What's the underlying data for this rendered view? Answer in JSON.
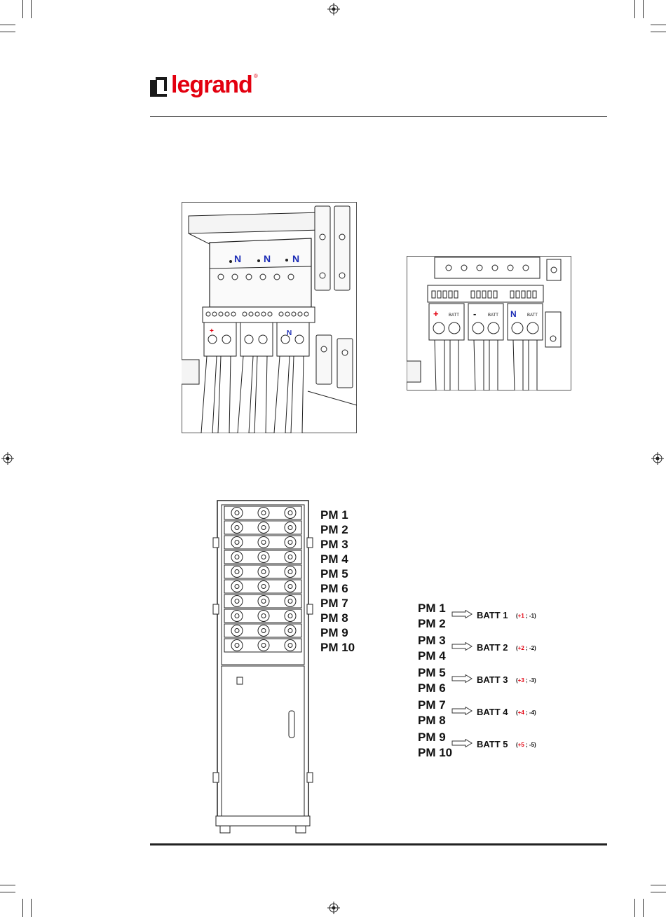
{
  "brand": {
    "name": "legrand",
    "red": "#e3000f"
  },
  "busbar": {
    "neutral_labels": [
      "N",
      "N",
      "N"
    ],
    "blue": "#1a2bb5"
  },
  "terminal_detail": {
    "labels": [
      {
        "sign": "+",
        "text": "BATT"
      },
      {
        "sign": "-",
        "text": "BATT"
      },
      {
        "sign": "N",
        "text": "BATT"
      }
    ]
  },
  "cabinet": {
    "modules": [
      "PM 1",
      "PM 2",
      "PM 3",
      "PM 4",
      "PM 5",
      "PM 6",
      "PM 7",
      "PM 8",
      "PM 9",
      "PM 10"
    ]
  },
  "mapping": [
    {
      "pm_a": "PM 1",
      "pm_b": "PM 2",
      "batt": "BATT 1",
      "plus": "+1",
      "minus": "-1"
    },
    {
      "pm_a": "PM 3",
      "pm_b": "PM 4",
      "batt": "BATT 2",
      "plus": "+2",
      "minus": "-2"
    },
    {
      "pm_a": "PM 5",
      "pm_b": "PM 6",
      "batt": "BATT 3",
      "plus": "+3",
      "minus": "-3"
    },
    {
      "pm_a": "PM 7",
      "pm_b": "PM 8",
      "batt": "BATT 4",
      "plus": "+4",
      "minus": "-4"
    },
    {
      "pm_a": "PM 9",
      "pm_b": "PM 10",
      "batt": "BATT 5",
      "plus": "+5",
      "minus": "-5"
    }
  ]
}
